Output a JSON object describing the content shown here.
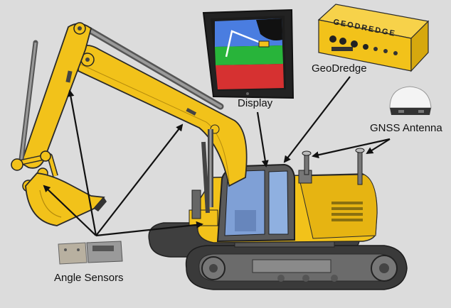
{
  "labels": {
    "display": "Display",
    "geodredge": "GeoDredge",
    "gnss_antenna": "GNSS Antenna",
    "angle_sensors": "Angle Sensors"
  },
  "device": {
    "box_brand": "GEODREDGE",
    "box_color": "#f2c21a"
  },
  "colors": {
    "machine_yellow": "#f2c21a",
    "arrow": "#111111",
    "track": "#4a4a4a"
  }
}
